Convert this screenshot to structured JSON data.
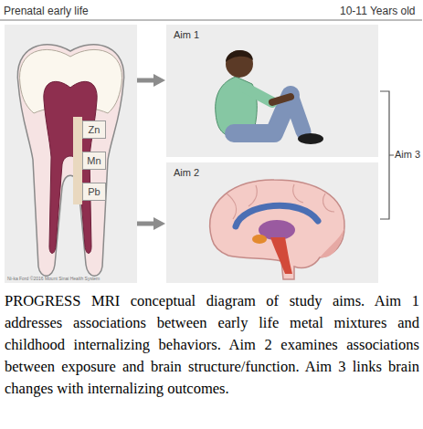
{
  "diagram": {
    "caption": "PROGRESS MRI conceptual diagram of study aims. Aim 1 addresses associations between early life metal mixtures and childhood internalizing behaviors. Aim 2 examines associations between exposure and brain structure/function. Aim 3 links brain changes with internalizing outcomes.",
    "nodes": [
      {
        "text": [
          "Zn"
        ]
      },
      {
        "text": [
          "Mn"
        ]
      },
      {
        "text": [
          "Pb"
        ]
      },
      {
        "text": [
          "Aim 1"
        ]
      },
      {
        "text": [
          "Aim 2"
        ]
      }
    ],
    "labels": [
      "Prenatal early life",
      "10-11 Years old",
      "Aim 3",
      "Ni-ka Ford ©2016 Mount Sinai Health System"
    ]
  }
}
